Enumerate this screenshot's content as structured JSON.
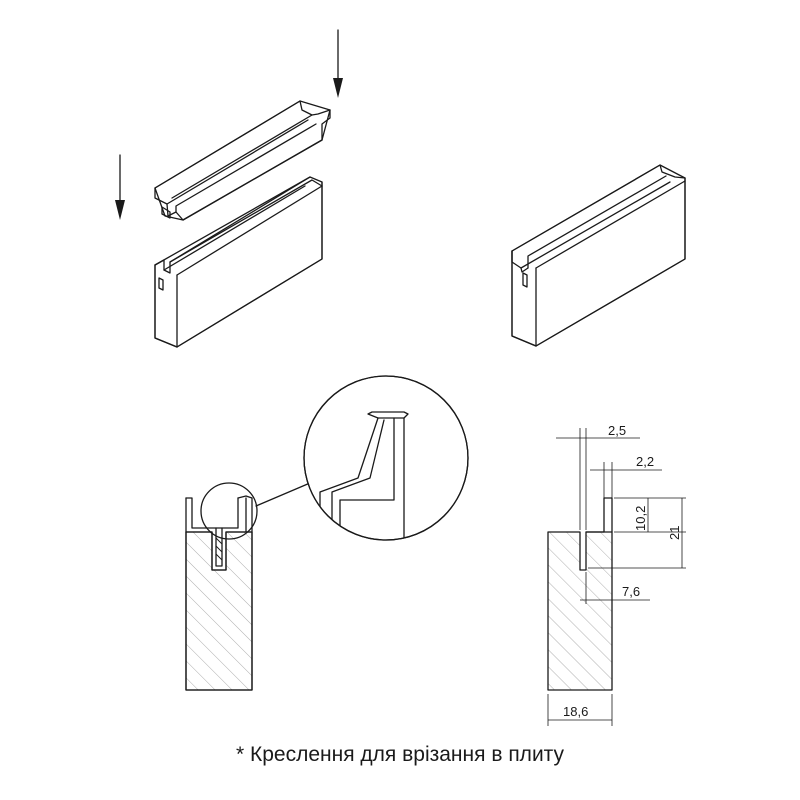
{
  "dimensions": {
    "gap_top": "2,5",
    "wall": "2,2",
    "groove_depth": "10,2",
    "total_height": "21",
    "offset": "7,6",
    "panel_width": "18,6"
  },
  "caption": "* Креслення для врізання в плиту"
}
